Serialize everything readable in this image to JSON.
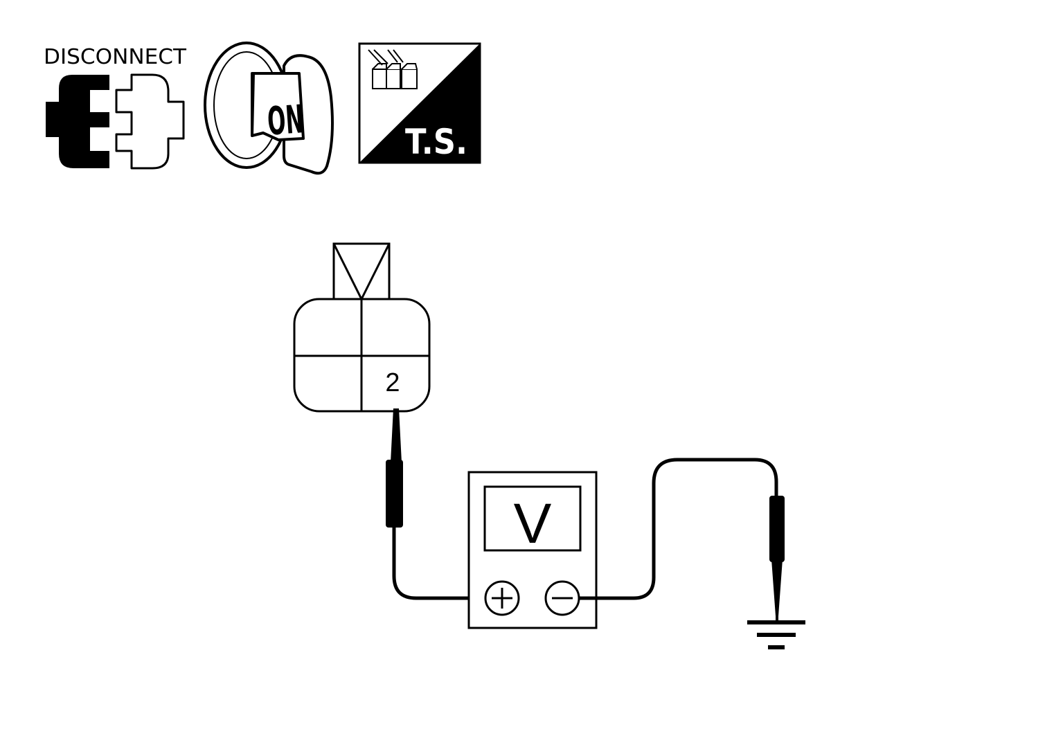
{
  "icons": {
    "disconnect": {
      "label": "DISCONNECT"
    },
    "ignition": {
      "label": "ON"
    },
    "test_symbol": {
      "label": "T.S."
    }
  },
  "connector": {
    "terminal_label": "2"
  },
  "voltmeter": {
    "display_label": "V"
  }
}
